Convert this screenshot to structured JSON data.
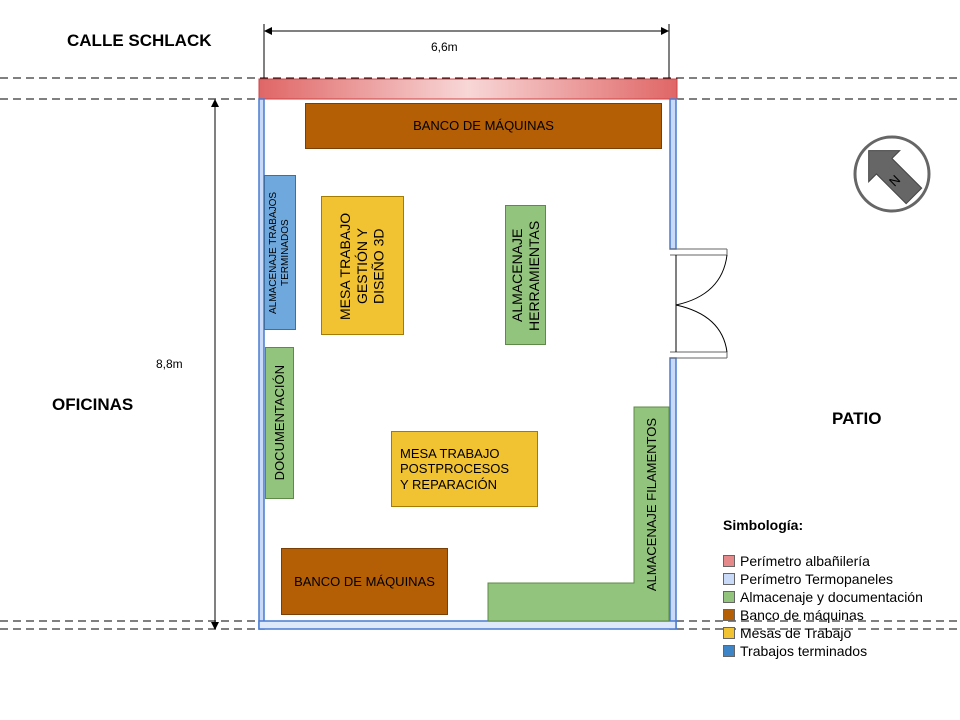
{
  "labels": {
    "street": "CALLE SCHLACK",
    "offices": "OFICINAS",
    "patio": "PATIO",
    "width_dim": "6,6m",
    "height_dim": "8,8m",
    "north": "N"
  },
  "zones": {
    "banco_top": "BANCO DE MÁQUINAS",
    "almacenaje_trabajos": "ALMACENAJE TRABAJOS TERMINADOS",
    "mesa_gestion": "MESA TRABAJO GESTIÓN Y DISEÑO 3D",
    "almacenaje_herramientas": "ALMACENAJE HERRAMIENTAS",
    "documentacion": "DOCUMENTACIÓN",
    "mesa_postprocesos": "MESA TRABAJO POSTPROCESOS Y REPARACIÓN",
    "banco_bottom": "BANCO DE MÁQUINAS",
    "almacenaje_filamentos": "ALMACENAJE FILAMENTOS"
  },
  "legend": {
    "title": "Simbología:",
    "items": [
      {
        "label": "Perímetro albañilería",
        "color": "#e6898b"
      },
      {
        "label": "Perímetro Termopaneles",
        "color": "#c9daf8"
      },
      {
        "label": "Almacenaje y documentación",
        "color": "#93c47d"
      },
      {
        "label": "Banco de máquinas",
        "color": "#b45f06"
      },
      {
        "label": "Mesas de Trabajo",
        "color": "#f1c232"
      },
      {
        "label": "Trabajos terminados",
        "color": "#3d85c6"
      }
    ]
  },
  "colors": {
    "masonry": "#e06666",
    "panel_border": "#4a7bd0",
    "storage": "#93c47d",
    "machines": "#b45f06",
    "tables": "#f1c232",
    "finished": "#6fa8dc"
  }
}
